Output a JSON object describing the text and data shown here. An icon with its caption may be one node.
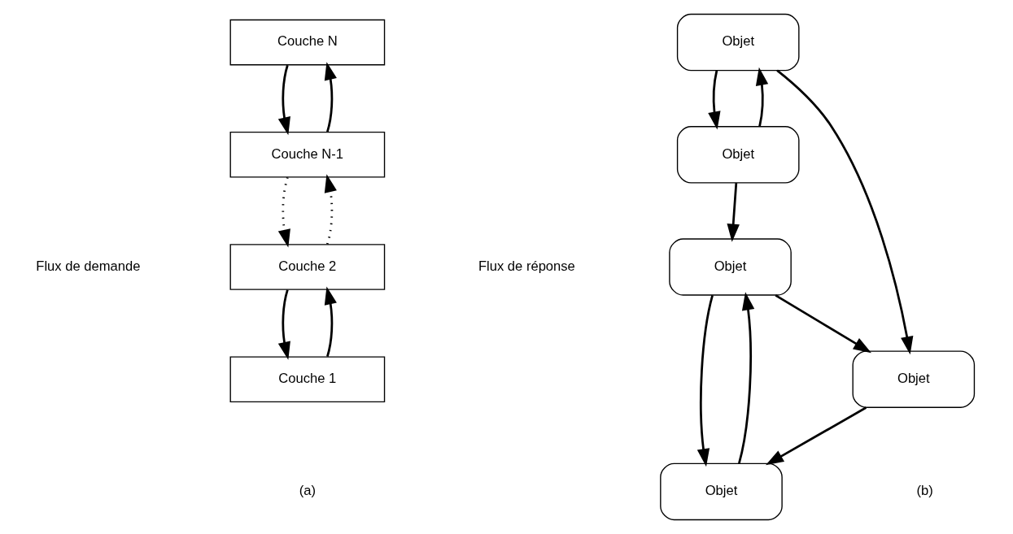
{
  "diagram": {
    "nodes": [
      {
        "text": [
          "Couche N"
        ]
      },
      {
        "text": [
          "Couche N-1"
        ]
      },
      {
        "text": [
          "Couche 2"
        ]
      },
      {
        "text": [
          "Couche 1"
        ]
      },
      {
        "text": [
          "Objet"
        ]
      },
      {
        "text": [
          "Objet"
        ]
      },
      {
        "text": [
          "Objet"
        ]
      },
      {
        "text": [
          "Objet"
        ]
      },
      {
        "text": [
          "Objet"
        ]
      }
    ],
    "edges": [
      {
        "from": 1,
        "to": 0,
        "arrow": "to"
      },
      {
        "from": 0,
        "to": 1,
        "arrow": "to"
      },
      {
        "from": 2,
        "to": 1,
        "arrow": "to",
        "style": "dashed"
      },
      {
        "from": 1,
        "to": 2,
        "arrow": "to",
        "style": "dashed"
      },
      {
        "from": 2,
        "to": 3,
        "arrow": "to"
      },
      {
        "from": 3,
        "to": 2,
        "arrow": "to"
      },
      {
        "from": 5,
        "to": 4,
        "arrow": "to"
      },
      {
        "from": 6,
        "to": 4,
        "arrow": "to"
      },
      {
        "from": 4,
        "to": 6,
        "arrow": "to"
      },
      {
        "from": 4,
        "to": 8,
        "arrow": "to"
      },
      {
        "from": 8,
        "to": 6,
        "arrow": "to"
      },
      {
        "from": 7,
        "to": 8,
        "arrow": "to"
      },
      {
        "from": 7,
        "to": 5,
        "arrow": "to"
      },
      {
        "from": 5,
        "to": 7,
        "arrow": "to"
      }
    ],
    "labels": [
      "Flux de demande",
      "Flux de réponse",
      "(a)",
      "(b)"
    ]
  }
}
